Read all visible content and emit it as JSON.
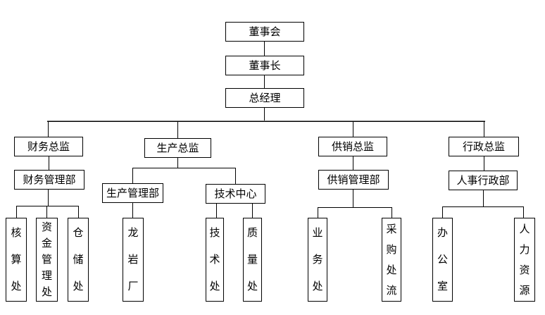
{
  "diagram": {
    "type": "org-chart",
    "background": "#ffffff",
    "line_color": "#000000",
    "bus_highlight_color": "#808080",
    "nodes": {
      "board": {
        "label": "董事会"
      },
      "chairman": {
        "label": "董事长"
      },
      "general_manager": {
        "label": "总经理"
      },
      "finance_director": {
        "label": "财务总监"
      },
      "production_director": {
        "label": "生产总监"
      },
      "supply_director": {
        "label": "供销总监"
      },
      "admin_director": {
        "label": "行政总监"
      },
      "finance_dept": {
        "label": "财务管理部"
      },
      "production_dept": {
        "label": "生产管理部"
      },
      "tech_center": {
        "label": "技术中心"
      },
      "supply_dept": {
        "label": "供销管理部"
      },
      "hr_admin_dept": {
        "label": "人事行政部"
      },
      "accounting_office": {
        "label": "核算处"
      },
      "fund_mgmt_office": {
        "label": "资金管理处"
      },
      "warehouse_office": {
        "label": "仓储处"
      },
      "longyan_factory": {
        "label": "龙岩厂"
      },
      "tech_office": {
        "label": "技术处"
      },
      "quality_office": {
        "label": "质量处"
      },
      "business_office": {
        "label": "业务处"
      },
      "procurement_office": {
        "label": "采购处流"
      },
      "general_office": {
        "label": "办公室"
      },
      "hr_office": {
        "label": "人力资源"
      }
    },
    "edges": [
      [
        "board",
        "chairman"
      ],
      [
        "chairman",
        "general_manager"
      ],
      [
        "general_manager",
        "finance_director"
      ],
      [
        "general_manager",
        "production_director"
      ],
      [
        "general_manager",
        "supply_director"
      ],
      [
        "general_manager",
        "admin_director"
      ],
      [
        "finance_director",
        "finance_dept"
      ],
      [
        "finance_dept",
        "accounting_office"
      ],
      [
        "finance_dept",
        "fund_mgmt_office"
      ],
      [
        "finance_dept",
        "warehouse_office"
      ],
      [
        "production_director",
        "production_dept"
      ],
      [
        "production_director",
        "tech_center"
      ],
      [
        "production_dept",
        "longyan_factory"
      ],
      [
        "tech_center",
        "tech_office"
      ],
      [
        "tech_center",
        "quality_office"
      ],
      [
        "supply_director",
        "supply_dept"
      ],
      [
        "supply_dept",
        "business_office"
      ],
      [
        "supply_dept",
        "procurement_office"
      ],
      [
        "admin_director",
        "hr_admin_dept"
      ],
      [
        "hr_admin_dept",
        "general_office"
      ],
      [
        "hr_admin_dept",
        "hr_office"
      ]
    ]
  }
}
